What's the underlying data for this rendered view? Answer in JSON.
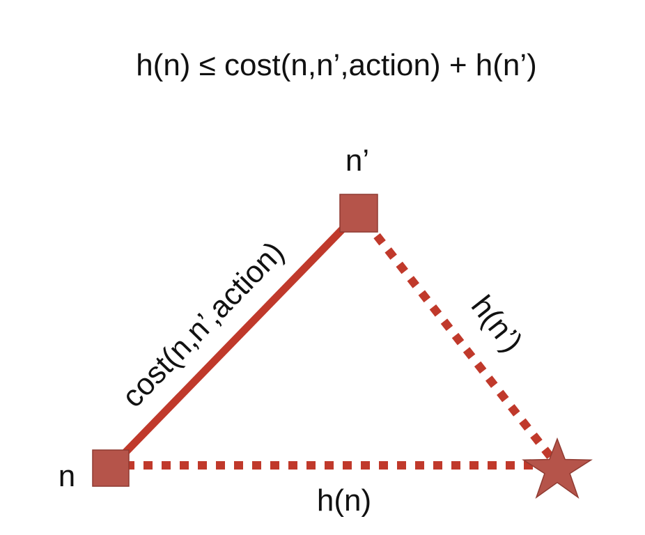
{
  "formula": "h(n) ≤ cost(n,n’,action) + h(n’)",
  "nodes": {
    "n": {
      "label": "n"
    },
    "n_prime": {
      "label": "n’"
    }
  },
  "edges": {
    "cost": {
      "label": "cost(n,n’,action)"
    },
    "h_n_prime": {
      "label": "h(n’)"
    },
    "h_n": {
      "label": "h(n)"
    }
  },
  "colors": {
    "edge": "#c0392b",
    "node_fill": "#b5544a",
    "node_stroke": "#8f3a31",
    "text": "#111111"
  }
}
